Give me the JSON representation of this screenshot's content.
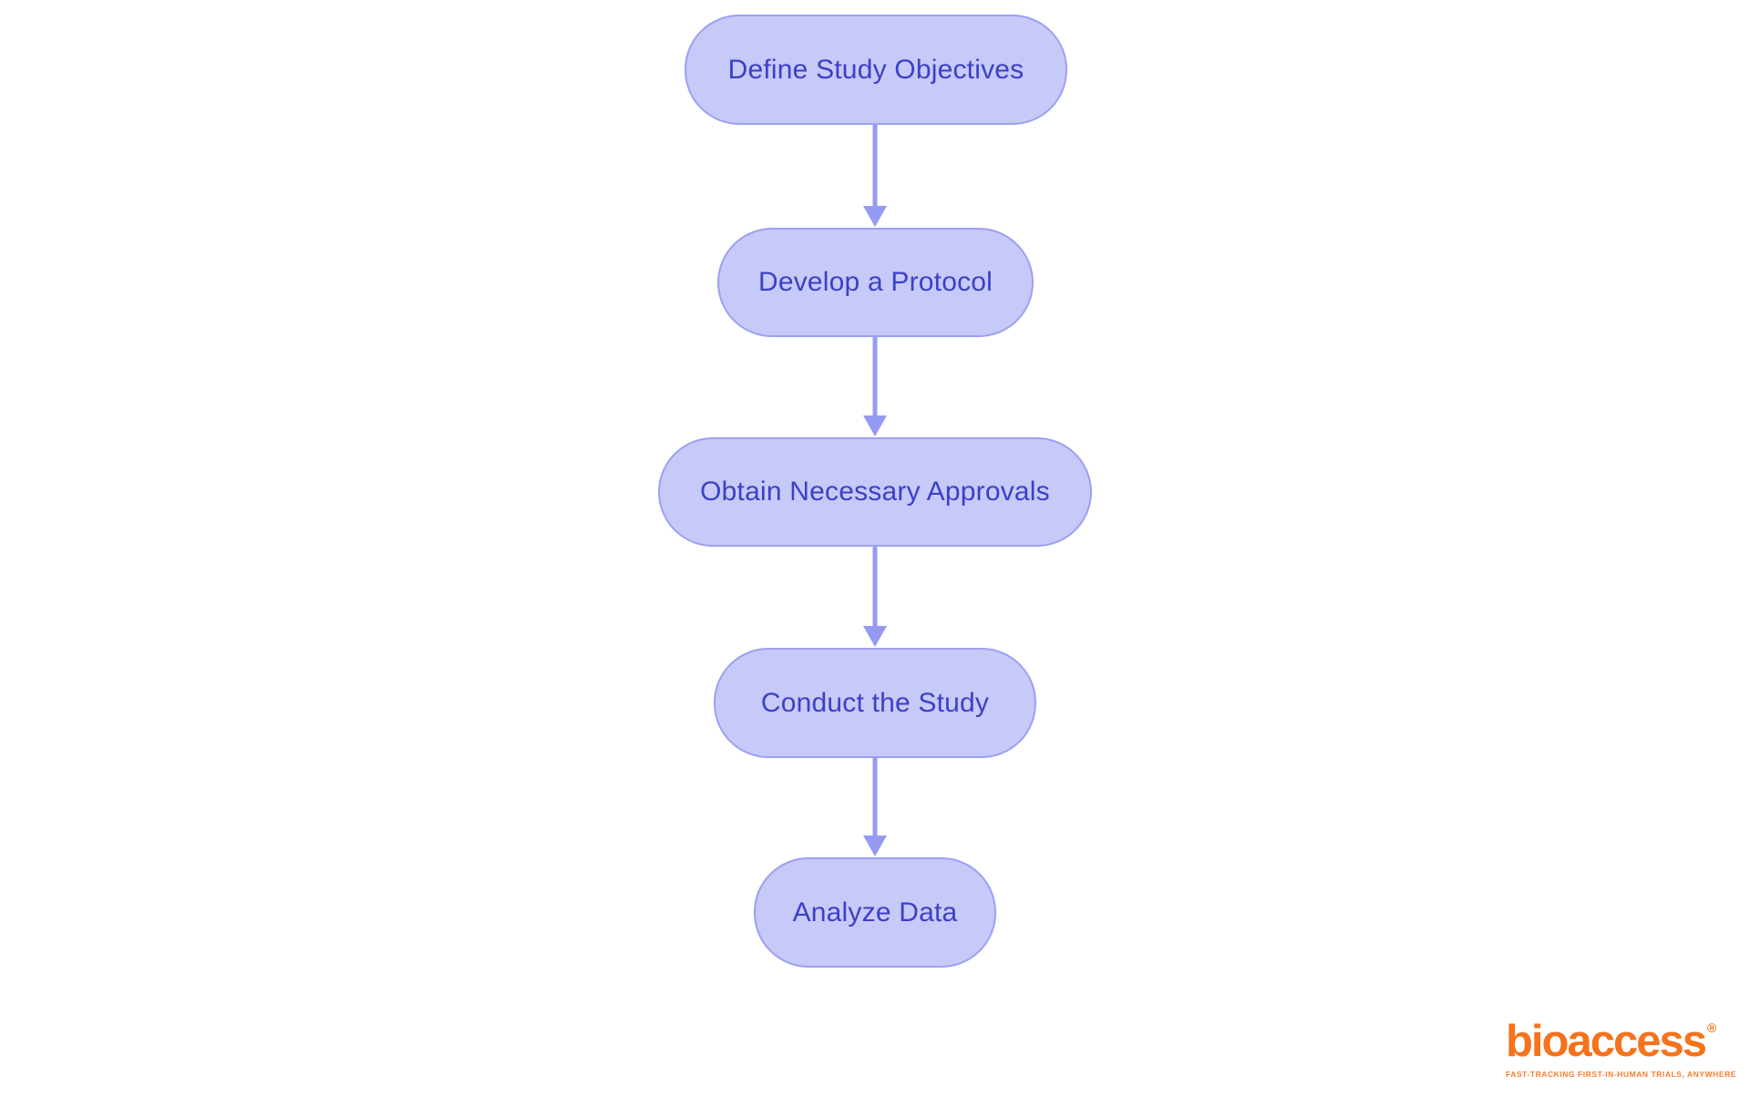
{
  "flowchart": {
    "nodes": [
      {
        "label": "Define Study Objectives"
      },
      {
        "label": "Develop a Protocol"
      },
      {
        "label": "Obtain Necessary Approvals"
      },
      {
        "label": "Conduct the Study"
      },
      {
        "label": "Analyze Data"
      }
    ],
    "connections": [
      {
        "from": 0,
        "to": 1
      },
      {
        "from": 1,
        "to": 2
      },
      {
        "from": 2,
        "to": 3
      },
      {
        "from": 3,
        "to": 4
      }
    ]
  },
  "colors": {
    "node_fill": "#c7c9f8",
    "node_border": "#9ca1f0",
    "node_text": "#3b41c5",
    "arrow": "#959af1",
    "logo_orange": "#f4731c",
    "background": "#ffffff"
  },
  "logo": {
    "brand": "bioaccess",
    "registered_mark": "®",
    "tagline": "FAST-TRACKING FIRST-IN-HUMAN TRIALS, ANYWHERE"
  }
}
